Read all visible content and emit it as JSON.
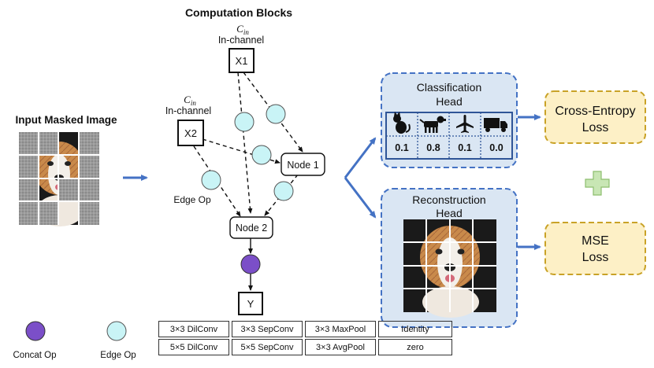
{
  "input": {
    "title": "Input Masked Image"
  },
  "blocks": {
    "title": "Computation Blocks",
    "x1": {
      "cin": "C",
      "cin_sub": "in",
      "channel_label": "In-channel",
      "label": "X1"
    },
    "x2": {
      "cin": "C",
      "cin_sub": "in",
      "channel_label": "In-channel",
      "label": "X2"
    },
    "node1": "Node 1",
    "node2": "Node 2",
    "output": "Y",
    "edge_op_label": "Edge Op"
  },
  "classification": {
    "title_line1": "Classification",
    "title_line2": "Head",
    "icons": [
      "cat-icon",
      "dog-icon",
      "airplane-icon",
      "truck-icon"
    ],
    "values": [
      "0.1",
      "0.8",
      "0.1",
      "0.0"
    ]
  },
  "reconstruction": {
    "title_line1": "Reconstruction",
    "title_line2": "Head"
  },
  "losses": {
    "ce_line1": "Cross-Entropy",
    "ce_line2": "Loss",
    "mse_line1": "MSE",
    "mse_line2": "Loss"
  },
  "legend": {
    "concat": "Concat Op",
    "edge": "Edge Op"
  },
  "ops": {
    "row1": [
      "3×3 DilConv",
      "3×3 SepConv",
      "3×3 MaxPool",
      "Identity"
    ],
    "row2": [
      "5×5 DilConv",
      "5×5 SepConv",
      "3×3 AvgPool",
      "zero"
    ]
  },
  "colors": {
    "arrow_blue": "#4472C4",
    "head_fill": "#DAE6F3",
    "head_border": "#4472C4",
    "loss_fill": "#FDF0C6",
    "loss_border": "#C9A227",
    "edge_op": "#C9F4F6",
    "concat_op": "#7B4FC8",
    "plus": "#A8D18D"
  }
}
